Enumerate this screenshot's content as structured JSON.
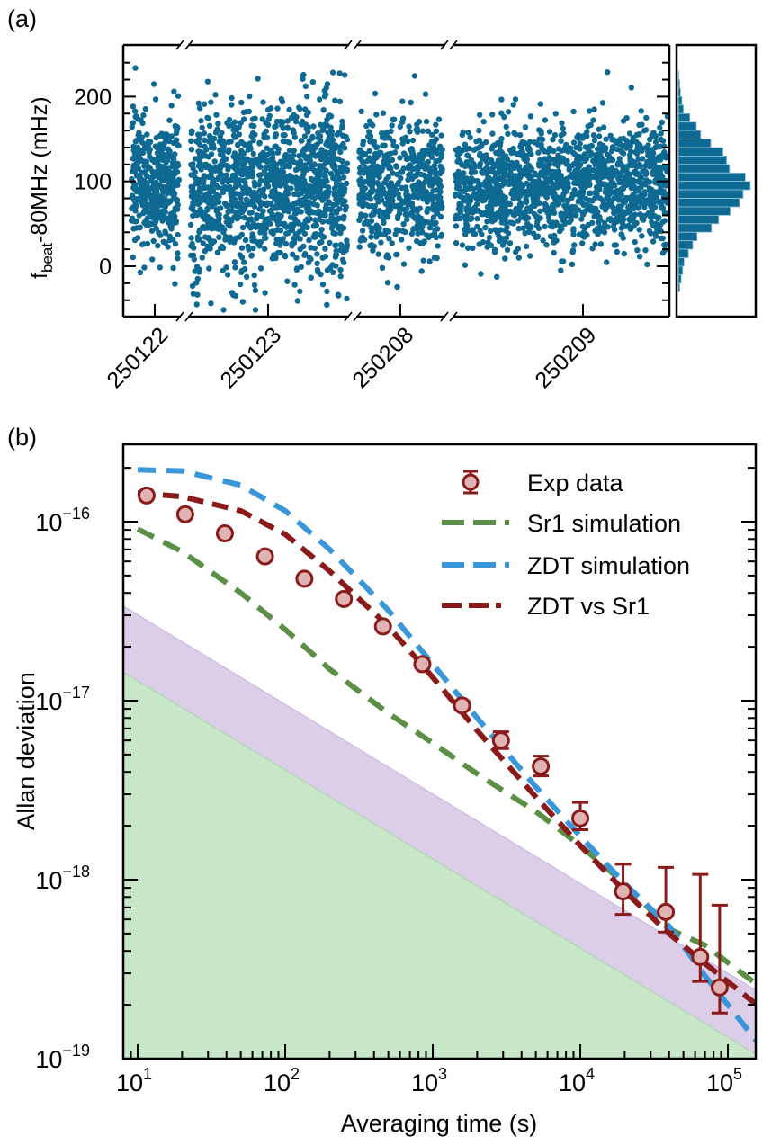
{
  "figure": {
    "panel_a_label": "(a)",
    "panel_b_label": "(b)"
  },
  "colors": {
    "scatter": "#0E6A93",
    "hist": "#0E6A93",
    "hist_edge": "#8FC3DA",
    "exp_face": "#E0B4B4",
    "exp_edge": "#8B1A1A",
    "sr1": "#5A8F45",
    "zdt": "#3A96DA",
    "zdt_vs_sr1": "#8B1A1A",
    "band_purple": "#DCCDE8",
    "band_green": "#C8E6C8"
  },
  "chart_data": [
    {
      "type": "scatter",
      "panel": "(a)",
      "title": "",
      "xlabel": "",
      "ylabel": "f_beat-80MHz (mHz)",
      "ylabel_main": "f",
      "ylabel_sub": "beat",
      "ylabel_rest": "-80MHz (mHz)",
      "ylim": [
        -59,
        261
      ],
      "yticks": [
        0,
        100,
        200
      ],
      "ytick_labels": [
        "0",
        "100",
        "200"
      ],
      "broken_x_axis": true,
      "segments": [
        {
          "label": "250122",
          "center_mHz": 95,
          "spread_mHz": 40,
          "min": -40,
          "max": 235
        },
        {
          "label": "250123",
          "center_mHz": 90,
          "spread_mHz": 50,
          "min": -52,
          "max": 240
        },
        {
          "label": "250208",
          "center_mHz": 95,
          "spread_mHz": 38,
          "min": -35,
          "max": 225
        },
        {
          "label": "250209",
          "center_mHz": 95,
          "spread_mHz": 35,
          "min": -38,
          "max": 245
        }
      ],
      "xtick_labels": [
        "250122",
        "250123",
        "250208",
        "250209"
      ],
      "histogram": {
        "orientation": "horizontal",
        "bin_width_mHz": 10,
        "bins_center_mHz": [
          225,
          215,
          205,
          195,
          185,
          175,
          165,
          155,
          145,
          135,
          125,
          115,
          105,
          95,
          85,
          75,
          65,
          55,
          45,
          35,
          25,
          15,
          5,
          -5,
          -15,
          -25
        ],
        "relative_counts": [
          0.01,
          0.02,
          0.03,
          0.05,
          0.07,
          0.16,
          0.25,
          0.31,
          0.45,
          0.62,
          0.67,
          0.71,
          0.93,
          1.0,
          0.9,
          0.85,
          0.72,
          0.56,
          0.46,
          0.26,
          0.2,
          0.14,
          0.08,
          0.06,
          0.04,
          0.02
        ]
      }
    },
    {
      "type": "line",
      "panel": "(b)",
      "title": "",
      "xlabel": "Averaging time (s)",
      "ylabel": "Allan deviation",
      "xscale": "log",
      "yscale": "log",
      "xlim": [
        7.9,
        157000
      ],
      "ylim": [
        1e-19,
        2.74e-16
      ],
      "xtick_labels": [
        "10^1",
        "10^2",
        "10^3",
        "10^4",
        "10^5"
      ],
      "ytick_labels": [
        "10^-19",
        "10^-18",
        "10^-17",
        "10^-16"
      ],
      "legend_position": "upper right",
      "legend": [
        "Exp data",
        "Sr1 simulation",
        "ZDT simulation",
        "ZDT vs Sr1"
      ],
      "series": [
        {
          "name": "Exp data",
          "kind": "errorbar",
          "x": [
            11.5,
            21,
            39,
            73,
            135,
            250,
            460,
            850,
            1580,
            2900,
            5400,
            10000,
            19500,
            38000,
            65000,
            88000
          ],
          "y": [
            1.4e-16,
            1.1e-16,
            8.6e-17,
            6.4e-17,
            4.8e-17,
            3.7e-17,
            2.6e-17,
            1.6e-17,
            9.4e-18,
            6e-18,
            4.3e-18,
            2.2e-18,
            8.6e-19,
            6.6e-19,
            3.7e-19,
            2.5e-19
          ],
          "yerr_low": [
            0,
            0,
            0,
            0,
            0,
            0,
            0,
            0,
            5e-19,
            6e-19,
            5e-19,
            3e-19,
            2.2e-19,
            1.5e-19,
            1e-19,
            7e-20
          ],
          "yerr_high": [
            0,
            0,
            0,
            0,
            0,
            0,
            0,
            0,
            5e-19,
            7e-19,
            6e-19,
            5e-19,
            3.6e-19,
            5.1e-19,
            7e-19,
            4.7e-19
          ]
        },
        {
          "name": "Sr1 simulation",
          "kind": "dashed",
          "x": [
            10,
            20,
            50,
            100,
            200,
            500,
            1000,
            2000,
            5000,
            10000,
            20000,
            40000,
            70000,
            157000
          ],
          "y": [
            9.1e-17,
            6.8e-17,
            4e-17,
            2.5e-17,
            1.5e-17,
            8.5e-18,
            5.8e-18,
            3.9e-18,
            2.4e-18,
            1.55e-18,
            9.5e-19,
            5.3e-19,
            4.3e-19,
            2.6e-19
          ]
        },
        {
          "name": "ZDT simulation",
          "kind": "dashed",
          "x": [
            10,
            20,
            50,
            100,
            200,
            500,
            1000,
            2000,
            5000,
            10000,
            20000,
            40000,
            70000,
            157000
          ],
          "y": [
            1.95e-16,
            1.92e-16,
            1.6e-16,
            1.15e-16,
            7e-17,
            3.2e-17,
            1.6e-17,
            8e-18,
            3.3e-18,
            1.75e-18,
            9.5e-19,
            5.5e-19,
            2.9e-19,
            1.25e-19
          ]
        },
        {
          "name": "ZDT vs Sr1",
          "kind": "dashed",
          "x": [
            10,
            20,
            50,
            100,
            200,
            500,
            1000,
            2000,
            5000,
            10000,
            20000,
            40000,
            70000,
            157000
          ],
          "y": [
            1.45e-16,
            1.38e-16,
            1.15e-16,
            8.5e-17,
            5.3e-17,
            2.6e-17,
            1.35e-17,
            6.8e-18,
            2.9e-18,
            1.55e-18,
            8.6e-19,
            5e-19,
            3.4e-19,
            2e-19
          ]
        },
        {
          "name": "purple band",
          "kind": "fill_between",
          "x": [
            7.9,
            157000
          ],
          "y_upper": [
            3.4e-17,
            2.4e-19
          ],
          "y_lower": [
            1.45e-17,
            1.05e-19
          ]
        },
        {
          "name": "green band",
          "kind": "fill_between",
          "x": [
            7.9,
            157000
          ],
          "y_upper": [
            1.45e-17,
            1.05e-19
          ],
          "y_lower": [
            1e-19,
            1e-19
          ]
        }
      ]
    }
  ]
}
